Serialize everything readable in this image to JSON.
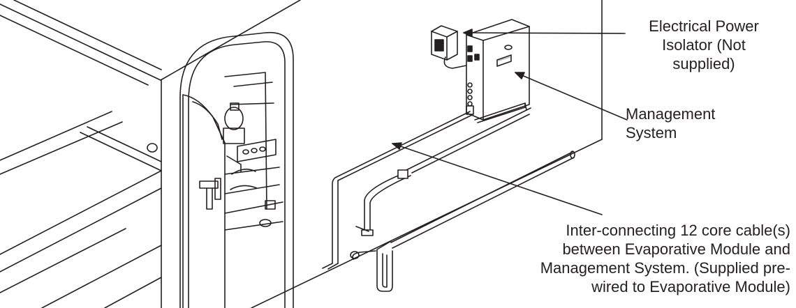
{
  "labels": {
    "isolator": {
      "lines": [
        "Electrical Power",
        "Isolator (Not",
        "supplied)"
      ]
    },
    "management": {
      "lines": [
        "Management",
        "System"
      ]
    },
    "cable": {
      "lines": [
        "Inter-connecting 12 core cable(s)",
        "between Evaporative Module and",
        "Management System. (Supplied pre-",
        "wired to Evaporative Module)"
      ]
    }
  },
  "colors": {
    "line": "#231f20",
    "fill": "#ffffff",
    "accent_grey": "#bdbdbd"
  }
}
